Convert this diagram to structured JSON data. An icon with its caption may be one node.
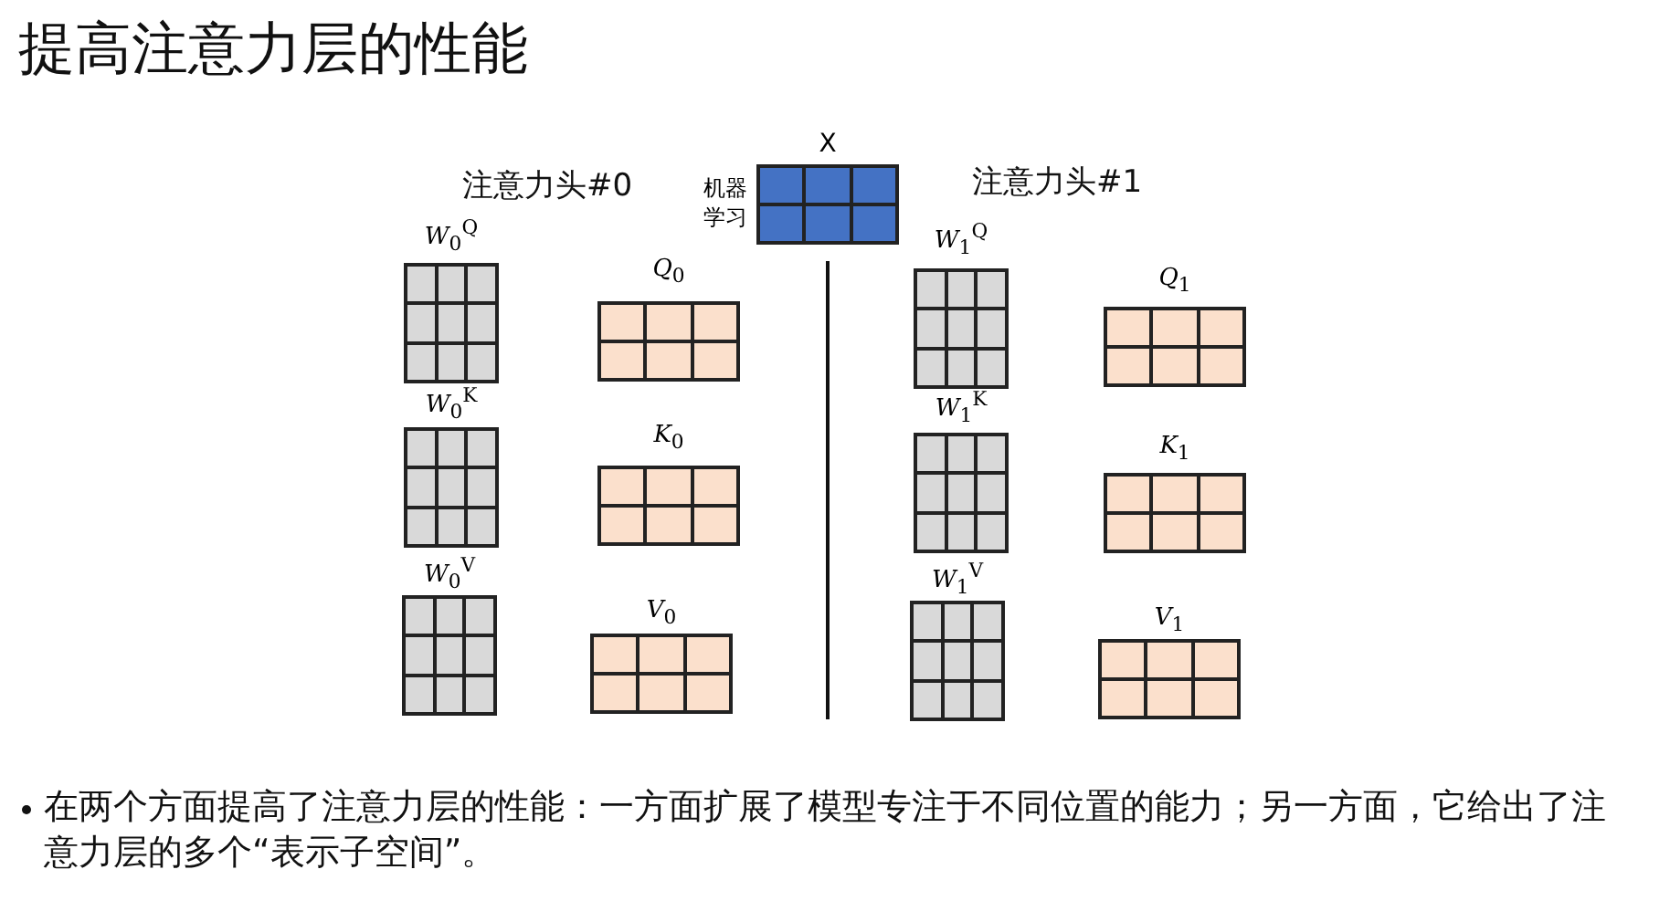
{
  "diagram": {
    "title": "提高注意力层的性能",
    "nodes": [
      {
        "text": [
          "X"
        ],
        "beside": [
          "机器学习"
        ]
      },
      {
        "text": [
          "*W*$_{0}$$^{Q}$"
        ]
      },
      {
        "text": [
          "*Q*$_{0}$"
        ]
      },
      {
        "text": [
          "*W*$_{0}$$^{K}$"
        ]
      },
      {
        "text": [
          "*K*$_{0}$"
        ]
      },
      {
        "text": [
          "*W*$_{0}$$^{V}$"
        ]
      },
      {
        "text": [
          "*V*$_{0}$"
        ]
      },
      {
        "text": [
          "*W*$_{1}$$^{Q}$"
        ]
      },
      {
        "text": [
          "*Q*$_{1}$"
        ]
      },
      {
        "text": [
          "*W*$_{1}$$^{K}$"
        ]
      },
      {
        "text": [
          "*K*$_{1}$"
        ]
      },
      {
        "text": [
          "*W*$_{1}$$^{V}$"
        ]
      },
      {
        "text": [
          "*V*$_{1}$"
        ]
      }
    ],
    "labels": [
      "注意力头#0",
      "注意力头#1",
      "在两个方面提高了注意力层的性能：一方面扩展了模型专注于不同位置的能力；另一方面，它给出了注意力层的多个“表示子空间”。"
    ]
  }
}
